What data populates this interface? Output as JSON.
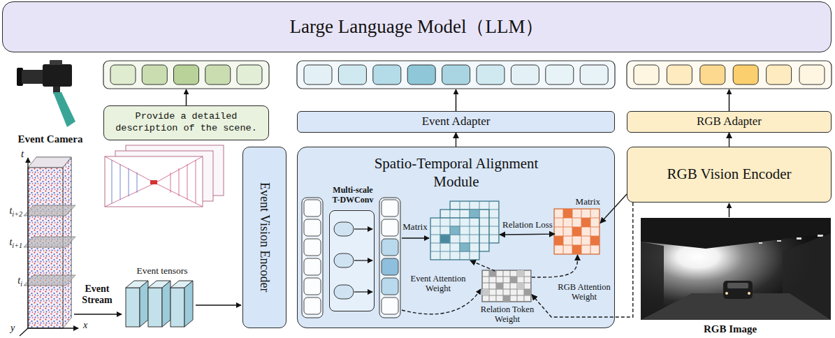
{
  "diagram": {
    "nodes": [
      {
        "text": [
          "Large Language Model（LLM）"
        ]
      },
      {
        "text": [
          "Provide a detailed description of the scene."
        ]
      },
      {
        "text": [
          "Event Adapter"
        ]
      },
      {
        "text": [
          "RGB Adapter"
        ]
      },
      {
        "text": [
          "Event Vision Encoder"
        ]
      },
      {
        "text": [
          "Spatio-Temporal Alignment Module"
        ]
      },
      {
        "text": [
          "Multi-scale T-DWConv"
        ],
        "in": 5
      },
      {
        "text": [
          "Matrix"
        ],
        "in": 5
      },
      {
        "text": [
          "Matrix"
        ],
        "in": 5
      },
      {
        "text": [
          "Relation Token Weight"
        ],
        "in": 5
      },
      {
        "text": [
          "RGB Vision Encoder"
        ]
      }
    ],
    "edges": [
      {
        "from": 5,
        "to": 2,
        "arrow": "to"
      },
      {
        "from": 10,
        "to": 3,
        "arrow": "to"
      },
      {
        "from": 7,
        "to": 8,
        "label": "Relation Loss",
        "arrow": "both"
      },
      {
        "from": 9,
        "to": 7,
        "arrow": "to"
      },
      {
        "from": 9,
        "to": 8,
        "arrow": "to"
      },
      {
        "from": 10,
        "to": 8,
        "arrow": "to"
      },
      {
        "from": 10,
        "to": 9,
        "label": "RGB Attention Weight",
        "arrow": "to"
      }
    ],
    "labels": [
      "Event Camera",
      "t",
      "ti+2",
      "ti+1",
      "ti",
      "y",
      "x",
      "Event Stream",
      "Event tensors",
      "Event Attention Weight",
      "RGB Image"
    ]
  }
}
